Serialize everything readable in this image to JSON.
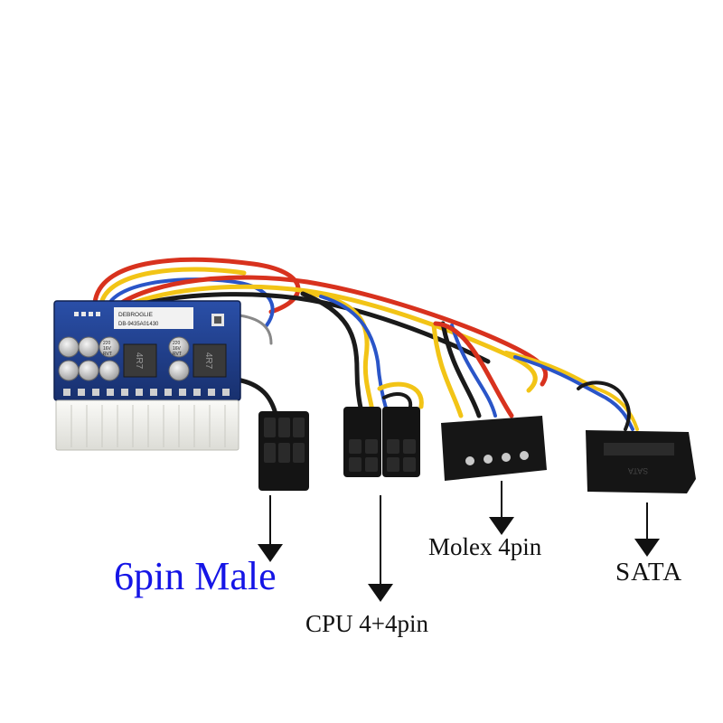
{
  "labels": {
    "six_pin": "6pin Male",
    "cpu": "CPU 4+4pin",
    "molex": "Molex 4pin",
    "sata": "SATA"
  },
  "board": {
    "brand": "DEBROGLIE",
    "serial": "DB-9435A01430",
    "inductor_marking": "4R7",
    "cap_marking_line1": "220",
    "cap_marking_line2": "16V",
    "cap_marking_line3": "RVT",
    "sata_text": "SATA"
  },
  "colors": {
    "label_blue": "#1515e6",
    "pcb_blue": "#1c3c88",
    "wire_red": "#d8321e",
    "wire_yellow": "#f2c416",
    "wire_black": "#1a1a1a",
    "wire_blue": "#2a55c8",
    "connector_white": "#f1f1ee",
    "connector_black": "#141414"
  }
}
